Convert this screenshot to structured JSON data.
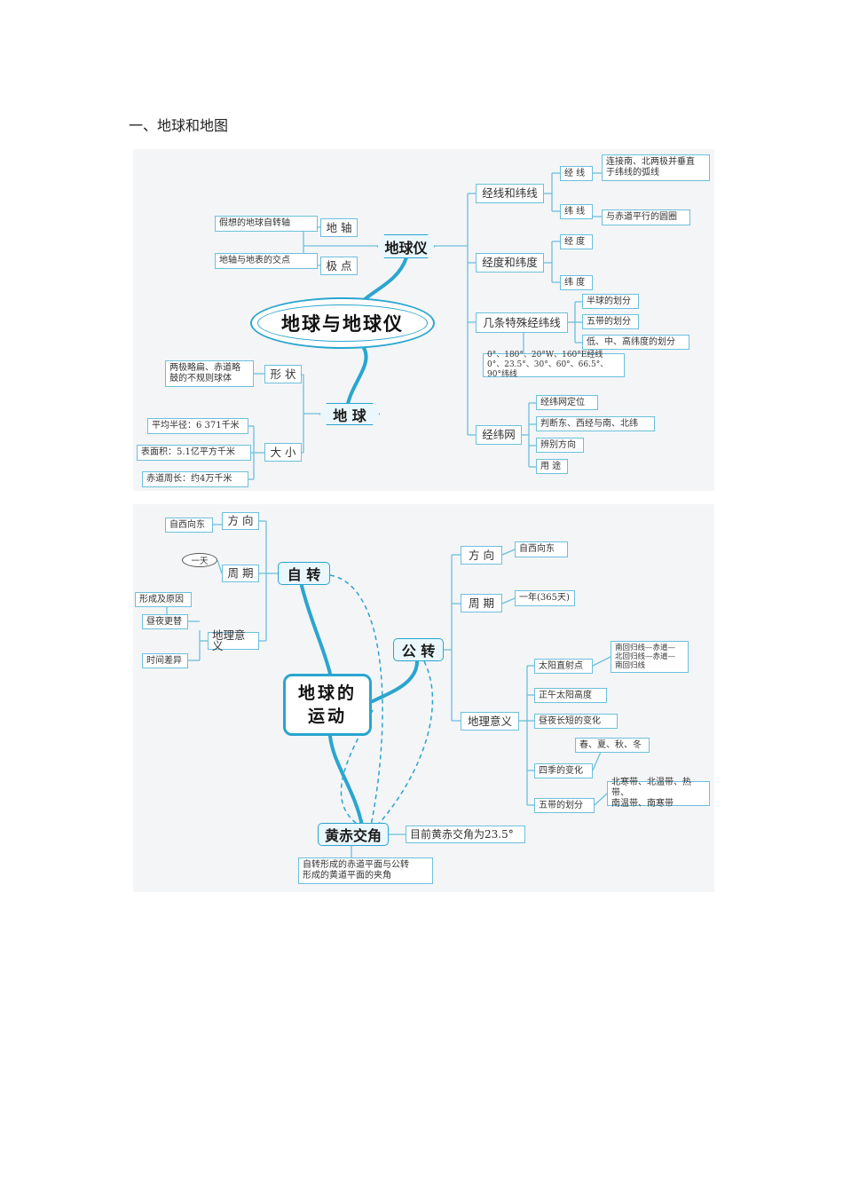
{
  "heading": "一、地球和地图",
  "map1": {
    "center": "地球与地球仪",
    "globe": {
      "label": "地球仪",
      "axis": "地 轴",
      "axis_desc": "假想的地球自转轴",
      "pole": "极 点",
      "pole_desc": "地轴与地表的交点",
      "lines": {
        "label": "经线和纬线",
        "meridian": "经 线",
        "meridian_desc": "连接南、北两极并垂直\n于纬线的弧线",
        "parallel": "纬 线",
        "parallel_desc": "与赤道平行的圆圈"
      },
      "degrees": {
        "label": "经度和纬度",
        "longitude": "经 度",
        "latitude": "纬 度"
      },
      "special": {
        "label": "几条特殊经纬线",
        "hemisphere": "半球的划分",
        "zones": "五带的划分",
        "latitude_levels": "低、中、高纬度的划分",
        "values": "0°、180°、20°W、160°E经线\n0°、23.5°、30°、60°、66.5°、90°纬线"
      },
      "grid": {
        "label": "经纬网",
        "locate": "经纬网定位",
        "judge": "判断东、西经与南、北纬",
        "direction": "辨别方向",
        "use": "用 途"
      }
    },
    "earth": {
      "label": "地 球",
      "shape": "形 状",
      "shape_desc": "两极略扁、赤道略\n鼓的不规则球体",
      "size": "大 小",
      "radius": "平均半径：6 371千米",
      "area": "表面积：5.1亿平方千米",
      "equator": "赤道周长：约4万千米"
    }
  },
  "map2": {
    "center_line1": "地球的",
    "center_line2": "运动",
    "rotation": {
      "label": "自 转",
      "direction": "方 向",
      "direction_desc": "自西向东",
      "period": "周 期",
      "period_desc": "一天",
      "meaning": "地理意义",
      "cause": "形成及原因",
      "daynight": "昼夜更替",
      "timediff": "时间差异"
    },
    "revolution": {
      "label": "公 转",
      "direction": "方 向",
      "direction_desc": "自西向东",
      "period": "周 期",
      "period_desc": "一年(365天)",
      "meaning": "地理意义",
      "subsolar": "太阳直射点",
      "subsolar_desc": "南回归线—赤道—\n北回归线—赤道—\n南回归线",
      "noon": "正午太阳高度",
      "daylength": "昼夜长短的变化",
      "seasons": "四季的变化",
      "seasons_desc": "春、夏、秋、冬",
      "zones": "五带的划分",
      "zones_desc": "北寒带、北温带、热带、\n南温带、南寒带"
    },
    "obliquity": {
      "label": "黄赤交角",
      "current": "目前黄赤交角为23.5°",
      "desc": "自转形成的赤道平面与公转\n形成的黄道平面的夹角"
    }
  }
}
